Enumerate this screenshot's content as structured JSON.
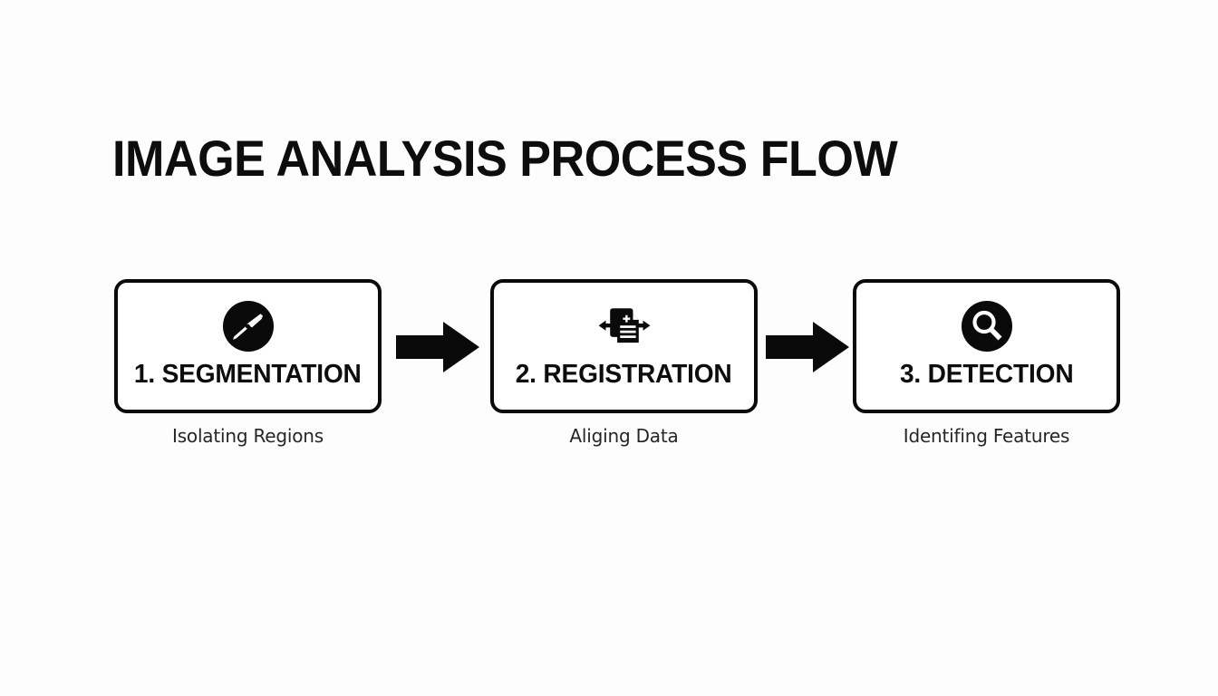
{
  "slide": {
    "title": "IMAGE ANALYSIS PROCESS FLOW",
    "background_color": "#fdfdfe",
    "ink_color": "#0d0d0d",
    "caption_color": "#262626"
  },
  "flow": {
    "steps": [
      {
        "label": "1. SEGMENTATION",
        "caption": "Isolating Regions",
        "icon": "scalpel-icon"
      },
      {
        "label": "2. REGISTRATION",
        "caption": "Aliging Data",
        "icon": "document-align-icon"
      },
      {
        "label": "3. DETECTION",
        "caption": "Identifing Features",
        "icon": "magnifier-icon"
      }
    ],
    "connectors": [
      {
        "icon": "arrow-right-icon"
      },
      {
        "icon": "arrow-right-icon"
      }
    ]
  }
}
